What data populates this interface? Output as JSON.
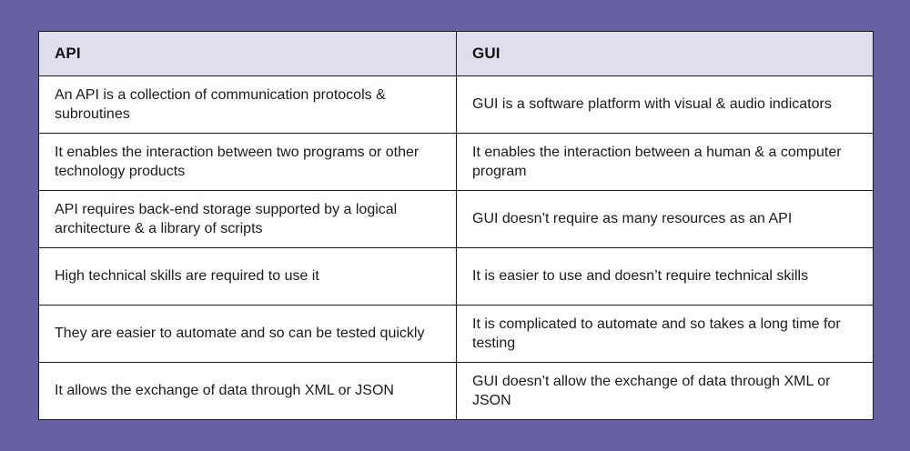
{
  "slide": {
    "background_color": "#6761a4"
  },
  "table": {
    "name": "api-vs-gui-comparison-table",
    "header_background": "#dedeec",
    "border_color": "#1a1a1a",
    "cell_background": "#ffffff",
    "columns": [
      {
        "label": "API"
      },
      {
        "label": "GUI"
      }
    ],
    "rows": [
      {
        "api": "An API is a collection of communication protocols & subroutines",
        "gui": "GUI is a software platform with visual & audio indicators"
      },
      {
        "api": "It enables the interaction between two programs or other technology products",
        "gui": "It enables the interaction between a human & a computer program"
      },
      {
        "api": "API requires back-end storage supported by a logical architecture & a library of scripts",
        "gui": "GUI doesn’t require as many resources as an API"
      },
      {
        "api": "High technical skills are required to use it",
        "gui": "It is easier to use and doesn’t require technical skills"
      },
      {
        "api": "They are easier to automate and so can be tested quickly",
        "gui": "It is complicated to automate and so takes a long time for testing"
      },
      {
        "api": "It allows the exchange of data through XML or JSON",
        "gui": "GUI doesn’t allow the exchange of data through XML or JSON"
      }
    ]
  }
}
